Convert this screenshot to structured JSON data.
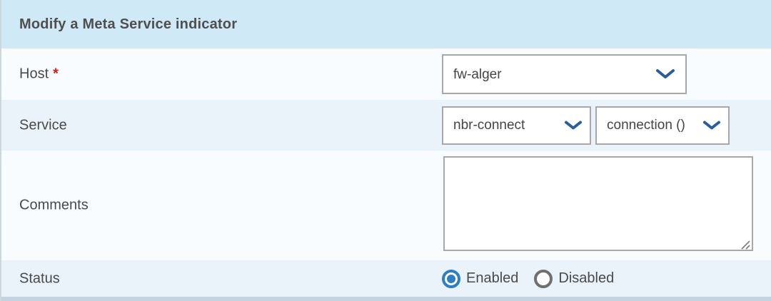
{
  "form": {
    "title": "Modify a Meta Service indicator",
    "rows": {
      "host": {
        "label": "Host",
        "required_marker": "*",
        "value": "fw-alger"
      },
      "service": {
        "label": "Service",
        "service_value": "nbr-connect",
        "metric_value": "connection ()"
      },
      "comments": {
        "label": "Comments",
        "value": ""
      },
      "status": {
        "label": "Status",
        "options": [
          {
            "label": "Enabled",
            "selected": true
          },
          {
            "label": "Disabled",
            "selected": false
          }
        ]
      }
    }
  },
  "icons": {
    "chevron_down": "chevron-down-icon",
    "resize_handle": "resize-handle-icon"
  },
  "colors": {
    "header_bg": "#cfe9f7",
    "row_light_bg": "#f9fcff",
    "row_blue_bg": "#eaf3fa",
    "bottom_border": "#c5d3e0",
    "field_border": "#a8a8a8",
    "text": "#4a4a4a",
    "required_red": "#e01a1a",
    "chevron_blue": "#2a5d9c",
    "radio_selected_blue": "#2b7fc2",
    "radio_unselected_gray": "#6f6f6f"
  }
}
